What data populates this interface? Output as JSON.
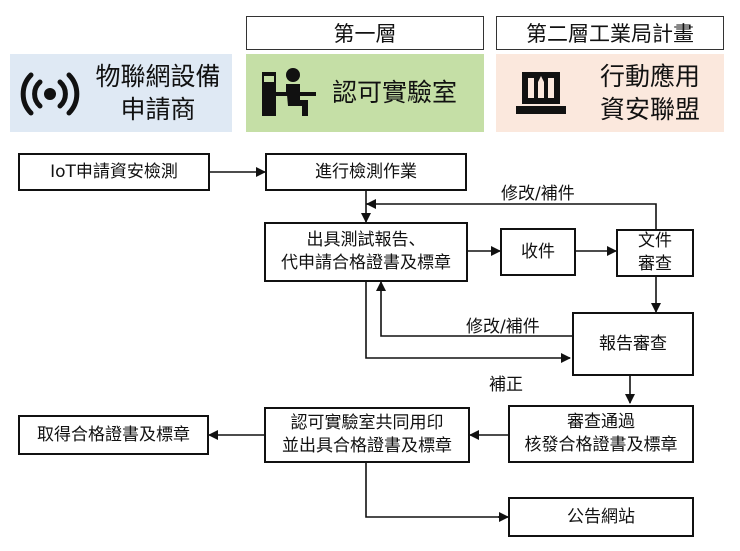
{
  "tiers": {
    "tier1": "第一層",
    "tier2": "第二層工業局計畫"
  },
  "panels": {
    "applicant": {
      "label": "物聯網設備\n申請商",
      "icon": "radio-waves-icon",
      "bg": "#dfe9f4"
    },
    "lab": {
      "label": "認可實驗室",
      "icon": "person-at-desk-icon",
      "bg": "#c5dfa6"
    },
    "alliance": {
      "label": "行動應用\n資安聯盟",
      "icon": "building-icon",
      "bg": "#fbe8dd"
    }
  },
  "boxes": {
    "iot_apply": "IoT申請資安檢測",
    "perform_test": "進行檢測作業",
    "issue_report": "出具測試報告、\n代申請合格證書及標章",
    "receive": "收件",
    "doc_review": "文件\n審查",
    "report_review": "報告審查",
    "approve": "審查通過\n核發合格證書及標章",
    "co_seal": "認可實驗室共同用印\n並出具合格證書及標章",
    "obtain": "取得合格證書及標章",
    "website": "公告網站"
  },
  "labels": {
    "revise_top": "修改/補件",
    "revise_mid": "修改/補件",
    "supplement": "補正"
  }
}
